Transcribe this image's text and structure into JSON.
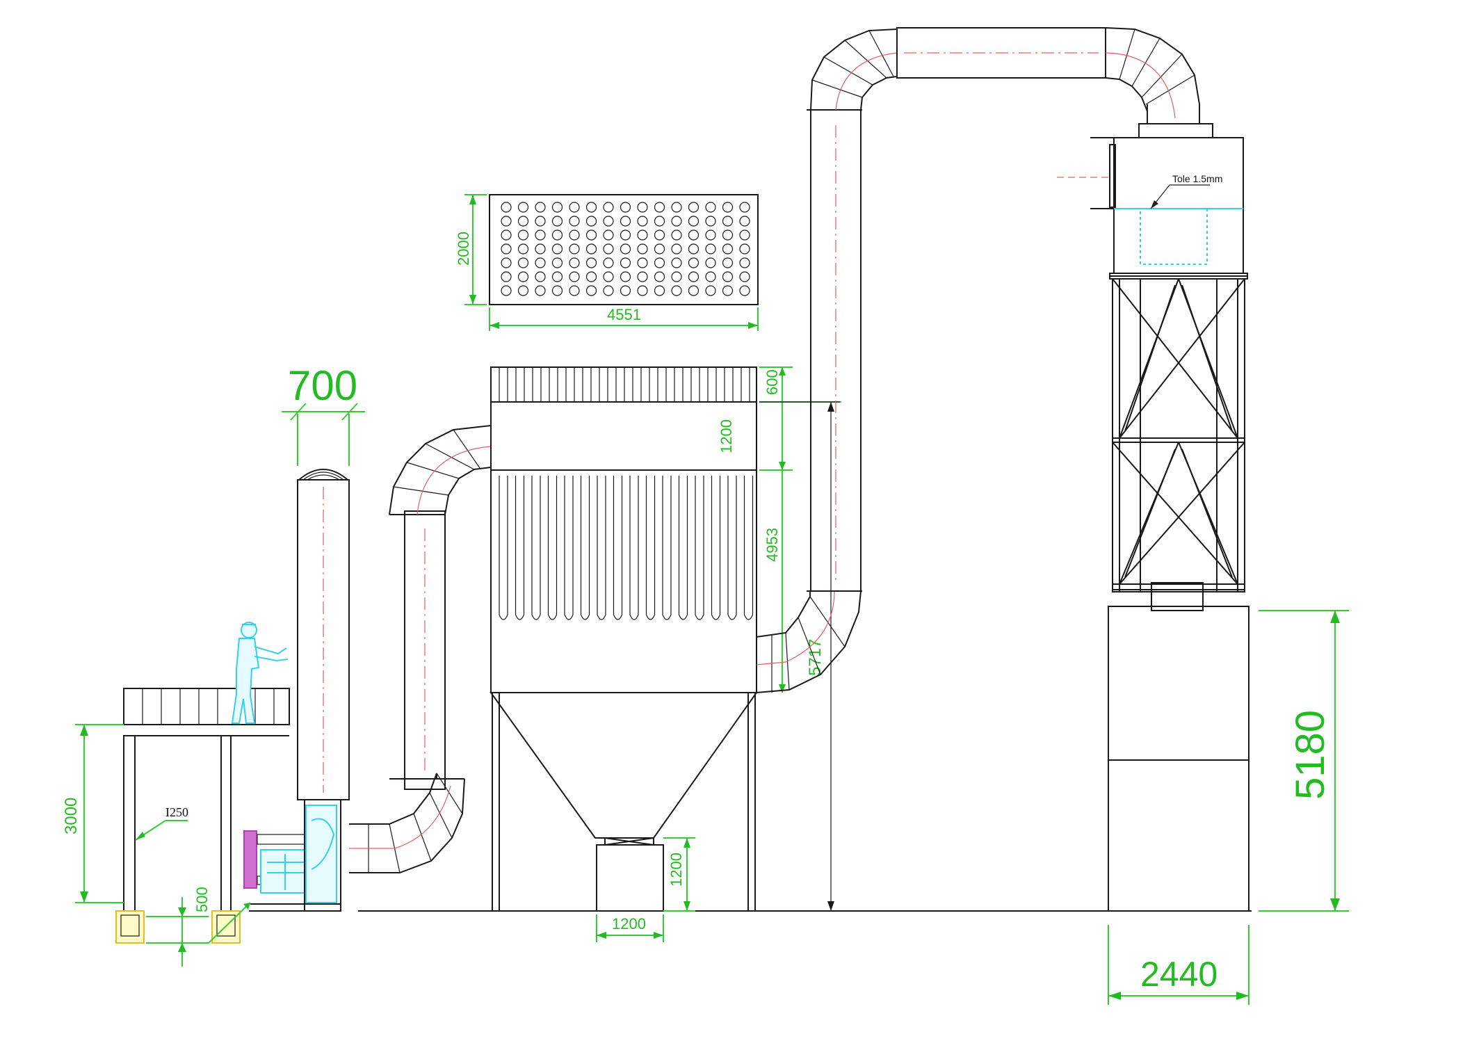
{
  "dimensions": {
    "hood_width": "700",
    "platform_height": "3000",
    "footing_depth": "500",
    "beam_label": "I250",
    "panel_height": "2000",
    "panel_width": "4551",
    "top_section": "600",
    "upper_section": "1200",
    "body_height": "4953",
    "duct_height": "5717",
    "hopper_outlet_height": "1200",
    "hopper_outlet_width": "1200",
    "stack_base_height": "5180",
    "stack_base_width": "2440",
    "stack_note": "Tole 1.5mm"
  },
  "colors": {
    "outline": "#1a1a1a",
    "dimension": "#22bb22",
    "centerline": "#e06060",
    "equipment": "#33d0e8",
    "motor": "#d070d0",
    "footing": "#e0c020"
  },
  "icons": {
    "worker": "person-icon",
    "fan": "fan-icon",
    "motor": "motor-icon"
  }
}
